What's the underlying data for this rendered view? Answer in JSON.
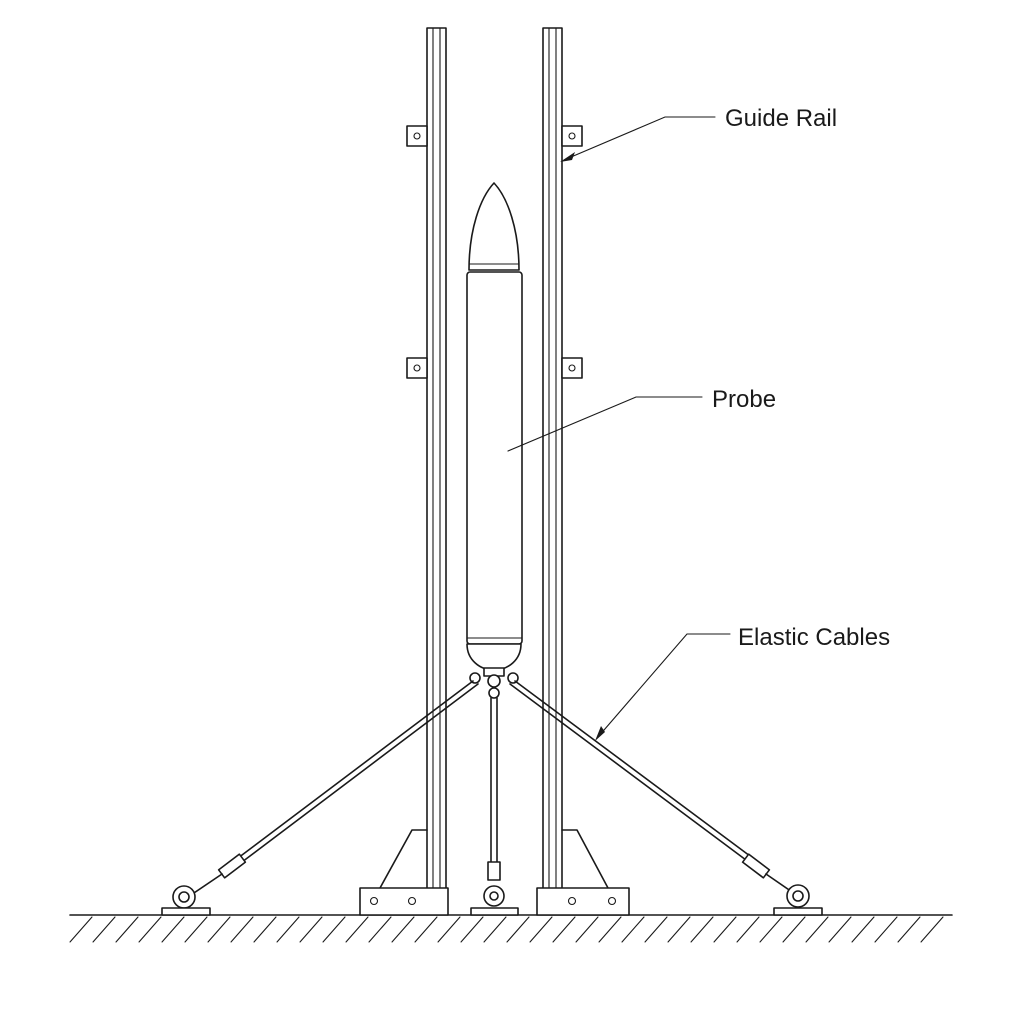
{
  "labels": {
    "guide_rail": "Guide Rail",
    "probe": "Probe",
    "elastic_cables": "Elastic Cables"
  }
}
